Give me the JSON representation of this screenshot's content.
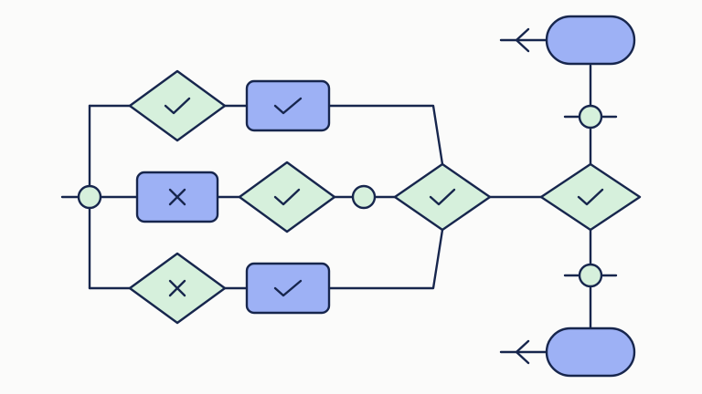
{
  "diagram": {
    "colors": {
      "background": "#fbfbfa",
      "stroke": "#17264d",
      "decision_fill": "#d6f0dc",
      "process_fill": "#9db1f5",
      "connector_fill": "#d6f0dc",
      "terminal_fill": "#9db1f5"
    },
    "nodes": [
      {
        "id": "left-junction",
        "kind": "connector"
      },
      {
        "id": "decision-top-left",
        "kind": "decision",
        "icon": "check-icon"
      },
      {
        "id": "process-top",
        "kind": "process",
        "icon": "check-icon"
      },
      {
        "id": "process-middle",
        "kind": "process",
        "icon": "x-icon"
      },
      {
        "id": "decision-middle",
        "kind": "decision",
        "icon": "check-icon"
      },
      {
        "id": "middle-connector",
        "kind": "connector"
      },
      {
        "id": "decision-bottom-left",
        "kind": "decision",
        "icon": "x-icon"
      },
      {
        "id": "process-bottom",
        "kind": "process",
        "icon": "check-icon"
      },
      {
        "id": "decision-merge",
        "kind": "decision",
        "icon": "check-icon"
      },
      {
        "id": "decision-right",
        "kind": "decision",
        "icon": "check-icon"
      },
      {
        "id": "connector-upper-right",
        "kind": "connector"
      },
      {
        "id": "connector-lower-right",
        "kind": "connector"
      },
      {
        "id": "terminal-top",
        "kind": "terminal",
        "icon": ""
      },
      {
        "id": "terminal-bottom",
        "kind": "terminal",
        "icon": ""
      },
      {
        "id": "arrow-out-top",
        "kind": "arrow",
        "icon": "arrow-left-icon"
      },
      {
        "id": "arrow-out-bottom",
        "kind": "arrow",
        "icon": "arrow-left-icon"
      }
    ]
  }
}
